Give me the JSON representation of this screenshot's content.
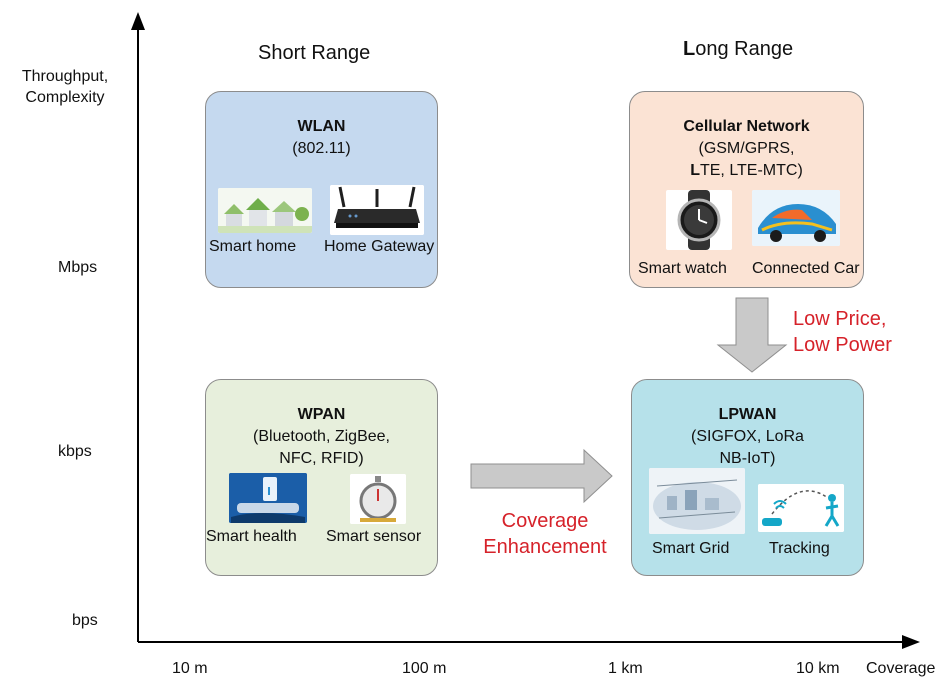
{
  "axes": {
    "y_title_line1": "Throughput,",
    "y_title_line2": "Complexity",
    "y_ticks": [
      "Mbps",
      "kbps",
      "bps"
    ],
    "x_ticks": [
      "10 m",
      "100 m",
      "1 km",
      "10 km"
    ],
    "x_title": "Coverage"
  },
  "headings": {
    "short_range": "Short Range",
    "long_range_first": "L",
    "long_range_rest": "ong Range"
  },
  "boxes": {
    "wlan": {
      "title": "WLAN",
      "sub": "(802.11)",
      "items": [
        "Smart home",
        "Home Gateway"
      ],
      "color": "#c5d9ef"
    },
    "cellular": {
      "title": "Cellular Network",
      "sub_line1": "(GSM/GPRS,",
      "sub_line2_bold": "L",
      "sub_line2_rest": "TE, LTE-MTC)",
      "items": [
        "Smart watch",
        "Connected Car"
      ],
      "color": "#fbe3d4"
    },
    "wpan": {
      "title": "WPAN",
      "sub_line1": "(Bluetooth, ZigBee,",
      "sub_line2": "NFC, RFID)",
      "items": [
        "Smart health",
        "Smart sensor"
      ],
      "color": "#e7efdc"
    },
    "lpwan": {
      "title": "LPWAN",
      "sub_line1": "(SIGFOX, LoRa",
      "sub_line2": "NB-IoT)",
      "items": [
        "Smart Grid",
        "Tracking"
      ],
      "color": "#b6e1ea"
    }
  },
  "annotations": {
    "low_price": "Low Price,",
    "low_power": "Low Power",
    "coverage": "Coverage",
    "enhancement": "Enhancement",
    "accent_color": "#d6222a"
  }
}
